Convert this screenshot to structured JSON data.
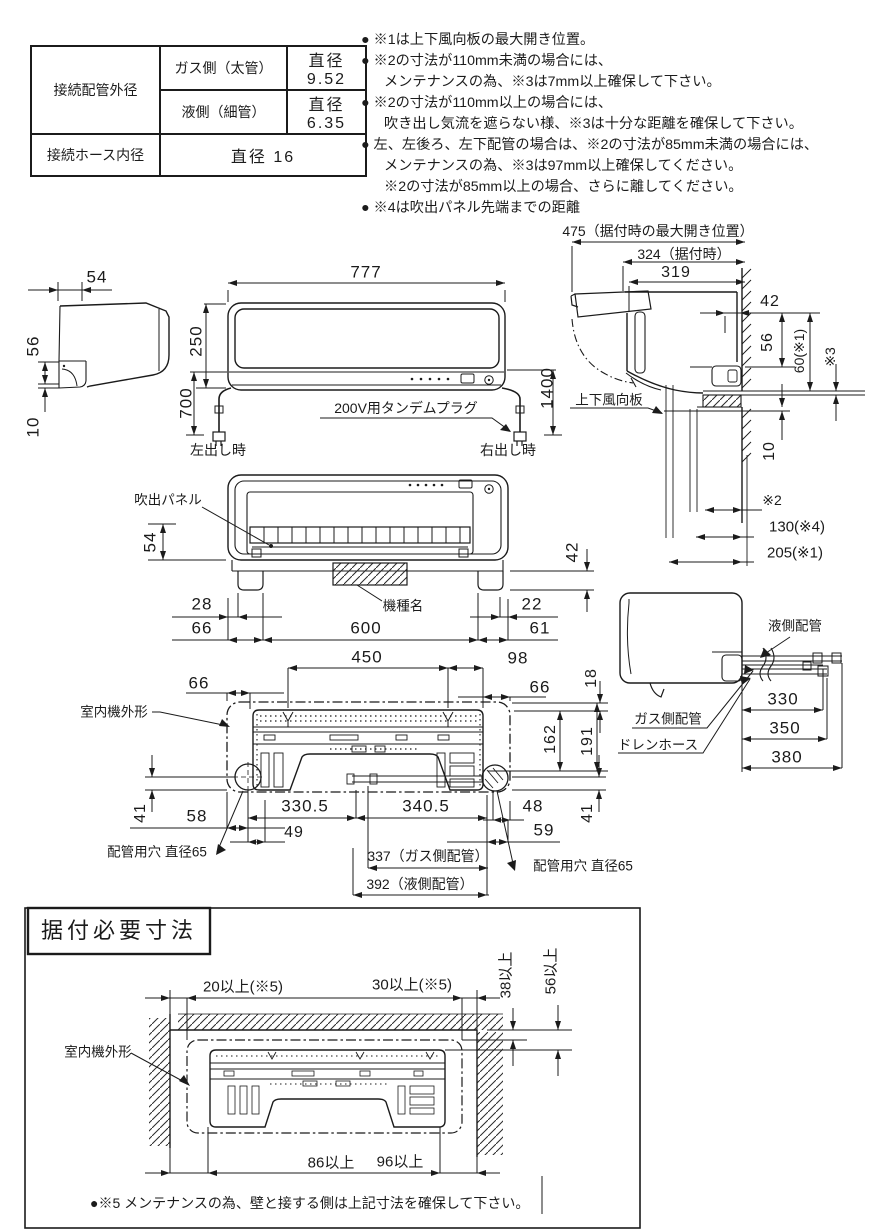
{
  "spec_table": {
    "pipe_od_label": "接続配管外径",
    "gas_label": "ガス側（太管）",
    "gas_value": "直径 9.52",
    "liquid_label": "液側（細管）",
    "liquid_value": "直径 6.35",
    "hose_id_label": "接続ホース内径",
    "hose_value": "直径 16"
  },
  "notes": {
    "n1": "● ※1は上下風向板の最大開き位置。",
    "n2": "● ※2の寸法が110mm未満の場合には、",
    "n3": "メンテナンスの為、※3は7mm以上確保して下さい。",
    "n4": "● ※2の寸法が110mm以上の場合には、",
    "n5": "吹き出し気流を遮らない様、※3は十分な距離を確保して下さい。",
    "n6": "● 左、左後ろ、左下配管の場合は、※2の寸法が85mm未満の場合には、",
    "n7": "メンテナンスの為、※3は97mm以上確保してください。",
    "n8": "※2の寸法が85mm以上の場合、さらに離してください。",
    "n9": "● ※4は吹出パネル先端までの距離"
  },
  "side_left_view": {
    "dim_top": "54",
    "dim_upper": "56",
    "dim_lower": "10"
  },
  "front_view": {
    "width": "777",
    "height": "250",
    "cord_left": "700",
    "cord_right": "1400",
    "plug_label": "200V用タンデムプラグ",
    "left_out": "左出し時",
    "right_out": "右出し時"
  },
  "side_right_view": {
    "dim_max_open": "475（据付時の最大開き位置）",
    "dim_install": "324（据付時）",
    "dim_319": "319",
    "dim_42": "42",
    "dim_56": "56",
    "dim_60": "60(※1)",
    "dim_ref3": "※3",
    "dim_10": "10",
    "vane_label": "上下風向板",
    "dim_ref2": "※2",
    "dim_130": "130(※4)",
    "dim_205": "205(※1)"
  },
  "panel_view": {
    "panel_label": "吹出パネル",
    "model_label": "機種名",
    "dim_54": "54",
    "dim_42": "42",
    "dim_28": "28",
    "dim_22": "22",
    "dim_66": "66",
    "dim_600": "600",
    "dim_61": "61"
  },
  "back_view": {
    "outline_label": "室内機外形",
    "dim_450": "450",
    "dim_98": "98",
    "dim_66_left": "66",
    "dim_66_right": "66",
    "dim_18": "18",
    "dim_162": "162",
    "dim_191": "191",
    "dim_41_left": "41",
    "dim_58": "58",
    "dim_49": "49",
    "dim_330_5": "330.5",
    "dim_340_5": "340.5",
    "dim_48": "48",
    "dim_59": "59",
    "dim_41_right": "41",
    "hole_label_left": "配管用穴 直径65",
    "hole_label_right": "配管用穴 直径65",
    "dim_337": "337（ガス側配管）",
    "dim_392": "392（液側配管）"
  },
  "piping_view": {
    "liquid_label": "液側配管",
    "gas_label": "ガス側配管",
    "drain_label": "ドレンホース",
    "dim_330": "330",
    "dim_350": "350",
    "dim_380": "380"
  },
  "install_view": {
    "title": "据付必要寸法",
    "dim_20": "20以上(※5)",
    "dim_30": "30以上(※5)",
    "dim_38": "38以上",
    "dim_56": "56以上",
    "outline_label": "室内機外形",
    "dim_86": "86以上",
    "dim_96": "96以上",
    "note": "●※5 メンテナンスの為、壁と接する側は上記寸法を確保して下さい。"
  }
}
